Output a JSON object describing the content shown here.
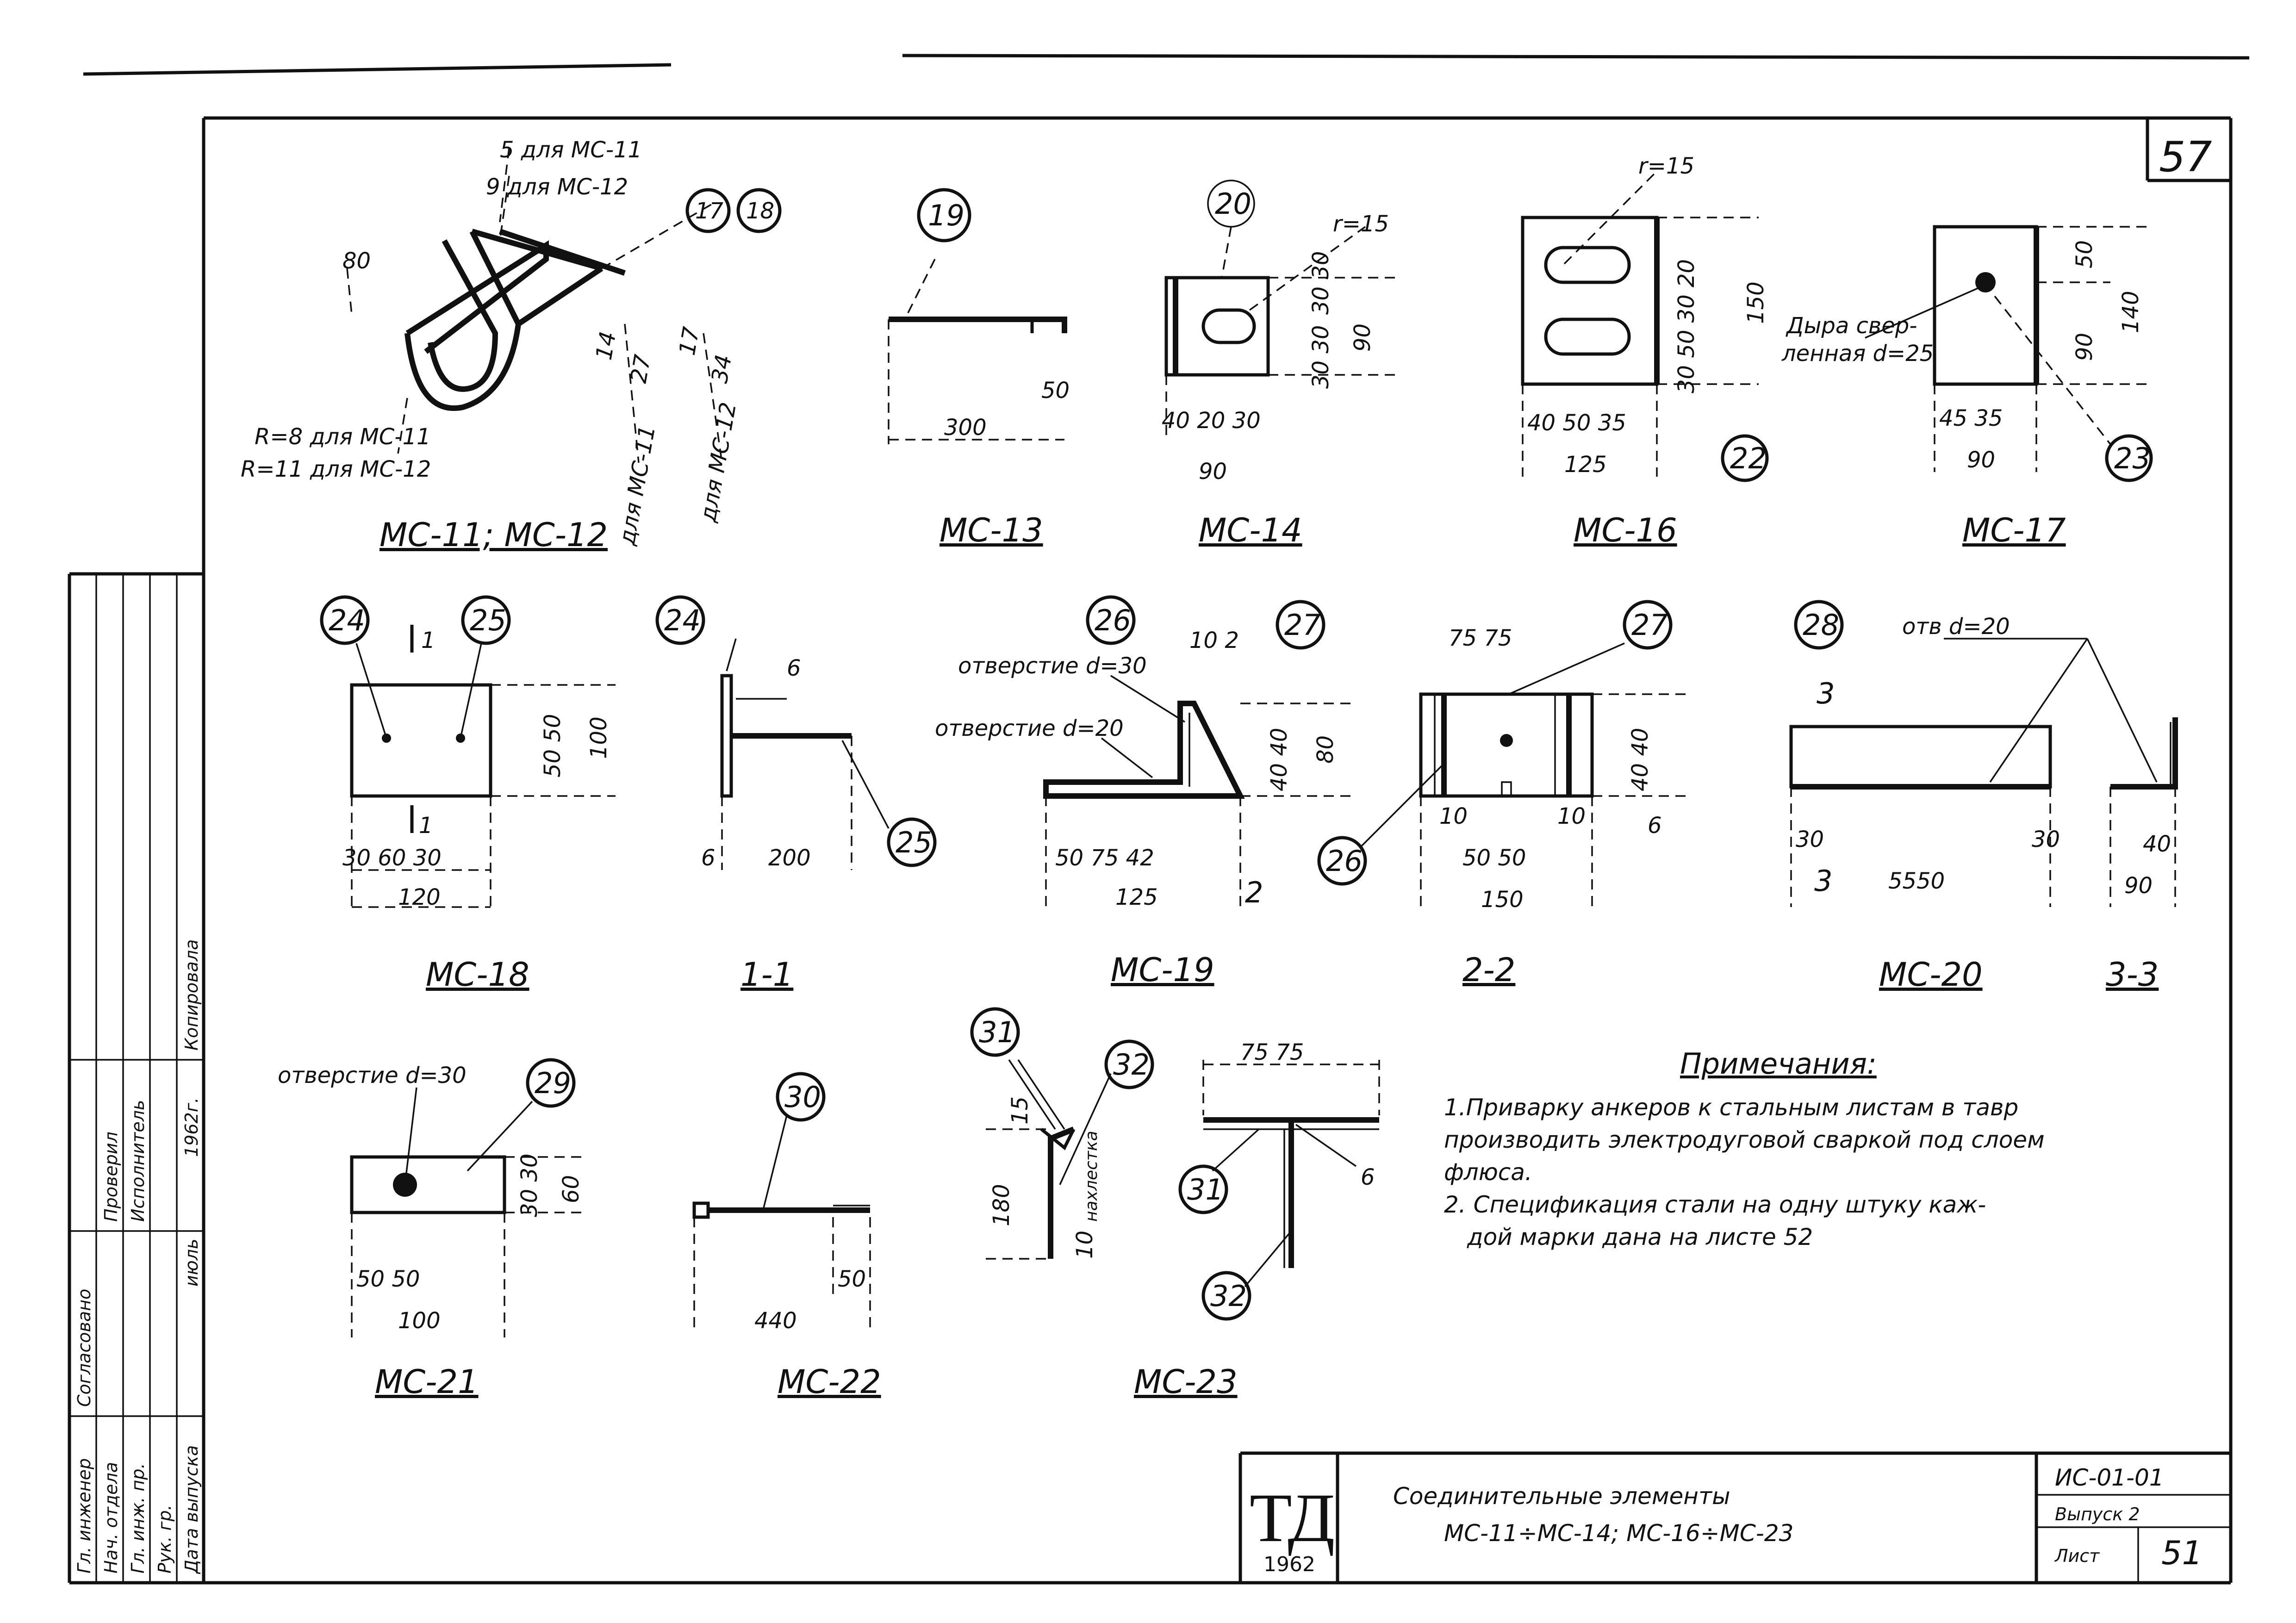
{
  "sheet_number": "57",
  "labels": {
    "mc11": "МС-11; МС-12",
    "mc13": "МС-13",
    "mc14": "МС-14",
    "mc16": "МС-16",
    "mc17": "МС-17",
    "mc18": "МС-18",
    "sec11": "1-1",
    "mc19": "МС-19",
    "sec22": "2-2",
    "mc20": "МС-20",
    "sec33": "3-3",
    "mc21": "МС-21",
    "mc22": "МС-22",
    "mc23": "МС-23"
  },
  "callouts": [
    "17",
    "18",
    "19",
    "20",
    "22",
    "23",
    "24",
    "25",
    "24",
    "25",
    "26",
    "27",
    "26",
    "27",
    "28",
    "29",
    "30",
    "31",
    "32",
    "31",
    "32"
  ],
  "notes": {
    "heading": "Примечания:",
    "line1": "1.Приварку анкеров к стальным листам в тавр",
    "line2": "производить электродуговой сваркой под слоем",
    "line3": "флюса.",
    "line4": "2. Спецификация стали на одну штуку каж-",
    "line5": "дой марки дана на листе 52"
  },
  "annotations": {
    "mc11_a": "5 для МС-11",
    "mc11_b": "9 для МС-12",
    "mc11_r1": "R=8 для МС-11",
    "mc11_r2": "R=11 для МС-12",
    "mc11_v1": "для МС-11",
    "mc11_v2": "для МС-12",
    "r15a": "r=15",
    "r15b": "r=15",
    "mc17_hole1": "Дыра свер-",
    "mc17_hole2": "ленная d=25",
    "mc19_h1": "отверстие d=30",
    "mc19_h2": "отверстие d=20",
    "mc20_h": "отв d=20",
    "mc21_h": "отверстие d=30",
    "mc23_lap": "нахлестка"
  },
  "dims": {
    "d80": "80",
    "d14": "14",
    "d27": "27",
    "d17": "17",
    "d34": "34",
    "d300": "300",
    "d50a": "50",
    "d40_20_30": "40 20 30",
    "d90a": "90",
    "d30_30": "30 30",
    "d30_30b": "30 30",
    "d90b": "90",
    "d40_50_35": "40  50  35",
    "d125a": "125",
    "d30_50_30_20": "30 50 30 20",
    "d150a": "150",
    "d45_35": "45 35",
    "d90c": "90",
    "d50b": "50",
    "d90d": "90",
    "d140": "140",
    "d30_60_30": "30  60  30",
    "d120": "120",
    "d50_50": "50 50",
    "d100": "100",
    "sec_1": "1",
    "d6a": "6",
    "d6b": "6",
    "d200": "200",
    "d10_2": "10  2",
    "d40_40": "40 40",
    "d80b": "80",
    "d50_75_42": "50   75   42",
    "d125b": "125",
    "sec_2": "2",
    "d75_75a": "75   75",
    "d40_40b": "40 40",
    "d50_50b": "50  50",
    "d10a": "10",
    "d10b": "10",
    "d150b": "150",
    "d6c": "6",
    "d30a": "30",
    "d30b": "30",
    "d5550": "5550",
    "sec_3": "3",
    "d40": "40",
    "d90e": "90",
    "d50_50c": "50   50",
    "d100b": "100",
    "d30_30c": "30 30",
    "d60": "60",
    "d440": "440",
    "d50c": "50",
    "d15": "15",
    "d180": "180",
    "d10c": "10",
    "d75_75b": "75   75",
    "d6d": "6"
  },
  "stamp": {
    "logo": "ТД",
    "year": "1962",
    "title1": "Соединительные элементы",
    "title2": "МС-11÷МС-14; МС-16÷МС-23",
    "code": "ИС-01-01",
    "issue": "Выпуск 2",
    "sheet_label": "Лист",
    "sheet_no": "51"
  },
  "side_stamp": {
    "r1": "Гл. инженер",
    "r2": "Нач. отдела",
    "r3": "Гл. инж. пр.",
    "r4": "Рук. гр.",
    "r5": "Дата выпуска",
    "c1": "Согласовано",
    "c2": "Проверил",
    "c3": "Исполнитель",
    "c4": "Копировала",
    "date1": "1962г.",
    "date2": "июль"
  }
}
